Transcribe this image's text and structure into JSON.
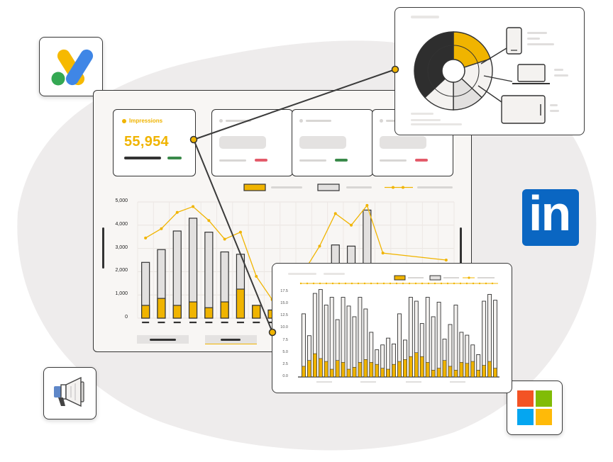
{
  "kpi": {
    "label": "Impressions",
    "value": "55,954",
    "accent": "#f0b400",
    "trend_color": "#3a8a4a"
  },
  "colors": {
    "yellow": "#f0b400",
    "grey_bar": "#e2e0df",
    "outline": "#3a3a3a",
    "blob": "#eeecec",
    "red_accent": "#e35b6a",
    "green_accent": "#3a8a4a"
  },
  "icons": {
    "google_ads": "google-ads-icon",
    "linkedin": "linkedin-icon",
    "megaphone": "megaphone-icon",
    "microsoft": "microsoft-icon",
    "mobile": "mobile-icon",
    "laptop": "laptop-icon",
    "tablet": "tablet-icon"
  },
  "linkedin_text": "in",
  "chart_data": [
    {
      "type": "bar",
      "stacked": true,
      "with_line_overlay": true,
      "y_ticks": [
        "5,000",
        "4,000",
        "3,000",
        "2,000",
        "1,000",
        "0"
      ],
      "ylim": [
        0,
        5000
      ],
      "grid": true,
      "series": [
        {
          "values": [
            550,
            850,
            550,
            700,
            450,
            700,
            1250,
            550,
            350,
            0,
            0,
            0,
            0,
            0,
            0,
            0,
            0,
            0,
            0,
            0
          ]
        },
        {
          "values": [
            2400,
            2950,
            3750,
            4300,
            3700,
            2850,
            2750,
            550,
            350,
            0,
            0,
            0,
            3150,
            3100,
            4650,
            0,
            0,
            0,
            0,
            0
          ]
        },
        {
          "values": [
            3450,
            3850,
            4550,
            4800,
            4200,
            3400,
            3700,
            1800,
            800,
            1500,
            2000,
            3100,
            4500,
            4000,
            4850,
            2800,
            0,
            0,
            0,
            2500
          ]
        }
      ]
    },
    {
      "type": "bar",
      "stacked": true,
      "y_ticks": [
        "17.5",
        "15.0",
        "12.5",
        "10.0",
        "7.5",
        "5.0",
        "2.5",
        "0.0"
      ],
      "ylim": [
        0,
        17.5
      ],
      "grid": false,
      "series": [
        {
          "values": [
            2.2,
            3.4,
            4.8,
            3.8,
            3.2,
            1.6,
            3.4,
            3.0,
            1.6,
            2.0,
            3.0,
            3.6,
            3.0,
            2.6,
            1.8,
            1.6,
            2.6,
            3.2,
            3.6,
            4.2,
            5.0,
            4.2,
            3.0,
            1.4,
            1.8,
            3.4,
            2.2,
            1.4,
            3.0,
            2.8,
            3.2,
            1.4,
            2.4,
            3.2,
            1.8
          ]
        },
        {
          "values": [
            13.0,
            8.5,
            17.2,
            18.0,
            14.8,
            16.4,
            11.8,
            16.4,
            14.6,
            12.4,
            16.4,
            14.0,
            9.2,
            5.6,
            6.6,
            8.0,
            6.8,
            13.0,
            7.6,
            16.4,
            15.6,
            11.0,
            16.4,
            12.4,
            15.4,
            7.8,
            10.8,
            14.8,
            9.2,
            8.6,
            6.6,
            4.6,
            15.6,
            17.0,
            15.8
          ]
        }
      ]
    },
    {
      "type": "pie",
      "values": [
        20,
        17,
        13,
        13,
        37
      ]
    }
  ]
}
